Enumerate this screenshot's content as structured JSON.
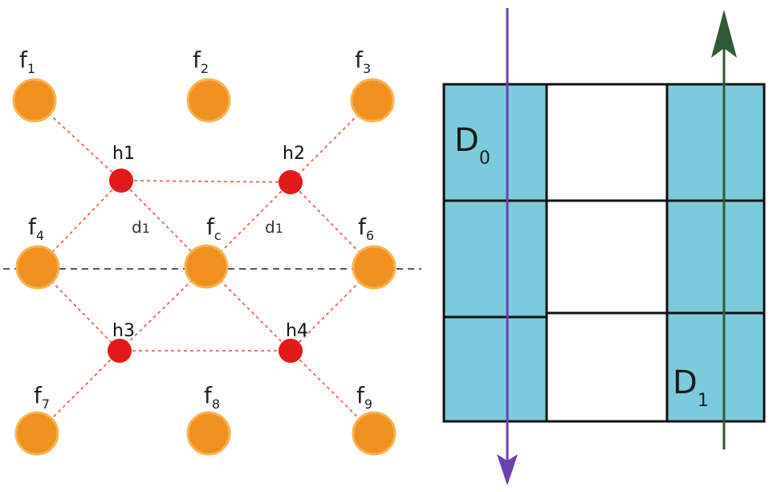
{
  "left_diagram": {
    "f_nodes": [
      {
        "id": "f1",
        "main": "f",
        "sub": "1"
      },
      {
        "id": "f2",
        "main": "f",
        "sub": "2"
      },
      {
        "id": "f3",
        "main": "f",
        "sub": "3"
      },
      {
        "id": "f4",
        "main": "f",
        "sub": "4"
      },
      {
        "id": "fc",
        "main": "f",
        "sub": "c"
      },
      {
        "id": "f6",
        "main": "f",
        "sub": "6"
      },
      {
        "id": "f7",
        "main": "f",
        "sub": "7"
      },
      {
        "id": "f8",
        "main": "f",
        "sub": "8"
      },
      {
        "id": "f9",
        "main": "f",
        "sub": "9"
      }
    ],
    "h_nodes": [
      {
        "id": "h1",
        "label": "h1"
      },
      {
        "id": "h2",
        "label": "h2"
      },
      {
        "id": "h3",
        "label": "h3"
      },
      {
        "id": "h4",
        "label": "h4"
      }
    ],
    "distance_labels": [
      {
        "main": "d",
        "sub": "1"
      },
      {
        "main": "d",
        "sub": "1"
      }
    ],
    "colors": {
      "f_fill": "#f0901e",
      "f_stroke": "#f7b455",
      "h_fill": "#e21a1a",
      "dashed_link": "#e2553f",
      "axis": "#222222"
    }
  },
  "right_diagram": {
    "regions": [
      {
        "id": "D0",
        "main": "D",
        "sub": "0"
      },
      {
        "id": "D1",
        "main": "D",
        "sub": "1"
      }
    ],
    "colors": {
      "cell_fill": "#7ccbdc",
      "empty_fill": "#ffffff",
      "grid": "#111111",
      "arrow_down": "#6a3fb0",
      "arrow_up": "#2f5a35"
    }
  }
}
